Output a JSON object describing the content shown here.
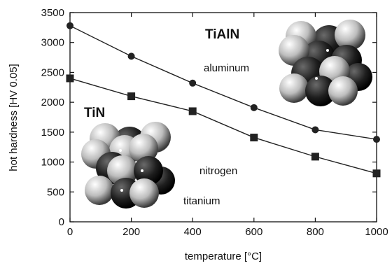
{
  "chart_data": {
    "type": "line",
    "xlabel": "temperature [°C]",
    "ylabel": "hot hardness [HV 0.05]",
    "xlim": [
      0,
      1000
    ],
    "ylim": [
      0,
      3500
    ],
    "x_ticks": [
      "0",
      "200",
      "400",
      "600",
      "800",
      "1000"
    ],
    "y_ticks": [
      "0",
      "500",
      "1000",
      "1500",
      "2000",
      "2500",
      "3000",
      "3500"
    ],
    "grid": false,
    "series": [
      {
        "name": "TiAlN",
        "marker": "circle",
        "x": [
          0,
          200,
          400,
          600,
          800,
          1000
        ],
        "y": [
          3280,
          2770,
          2320,
          1910,
          1540,
          1380
        ]
      },
      {
        "name": "TiN",
        "marker": "square",
        "x": [
          0,
          200,
          400,
          600,
          800,
          1000
        ],
        "y": [
          2400,
          2100,
          1850,
          1410,
          1090,
          810
        ]
      }
    ],
    "annotations": {
      "tialn": "TiAlN",
      "aluminum": "aluminum",
      "tin": "TiN",
      "nitrogen": "nitrogen",
      "titanium": "titanium"
    }
  },
  "colors": {
    "line": "#222222",
    "atom_light": "#d9d9d9",
    "atom_dark": "#1a1a1a"
  }
}
